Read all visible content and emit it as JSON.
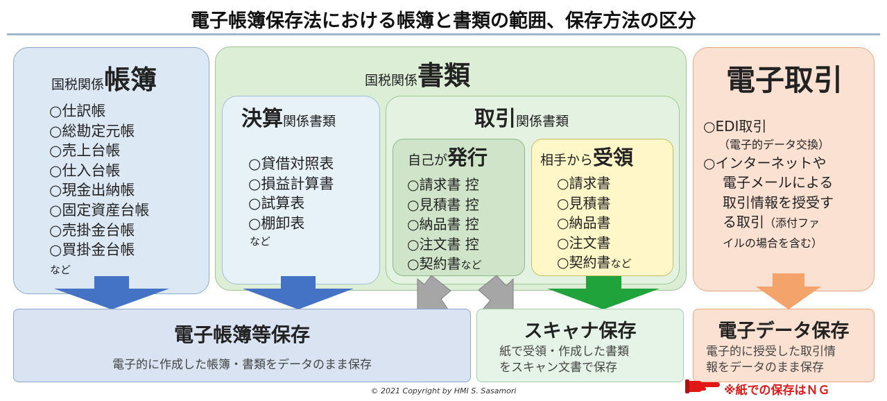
{
  "title": "電子帳簿保存法における帳簿と書類の範囲、保存方法の区分",
  "choubo": {
    "prefix": "国税関係",
    "heading": "帳簿",
    "items": [
      "○仕訳帳",
      "○総勘定元帳",
      "○売上台帳",
      "○仕入台帳",
      "○現金出納帳",
      "○固定資産台帳",
      "○売掛金台帳",
      "○買掛金台帳"
    ],
    "etc": "など"
  },
  "shorui": {
    "prefix": "国税関係",
    "heading": "書類",
    "kessan": {
      "heading": "決算",
      "suffix": "関係書類",
      "items": [
        "○貸借対照表",
        "○損益計算書",
        "○試算表",
        "○棚卸表"
      ],
      "etc": "など"
    },
    "torihiki": {
      "heading": "取引",
      "suffix": "関係書類",
      "hakko": {
        "prefix": "自己が",
        "heading": "発行",
        "items": [
          "○請求書 控",
          "○見積書 控",
          "○納品書 控",
          "○注文書 控",
          "○契約書"
        ],
        "etc": "など"
      },
      "juryo": {
        "prefix": "相手から",
        "heading": "受領",
        "items": [
          "○請求書",
          "○見積書",
          "○納品書",
          "○注文書",
          "○契約書"
        ],
        "etc": "など"
      }
    }
  },
  "denshi_torihiki": {
    "heading": "電子取引",
    "item1": "○EDI取引",
    "item1_note": "（電子的データ交換）",
    "item2_lines": [
      "○インターネットや",
      "電子メールによる",
      "取引情報を授受す",
      "る取引"
    ],
    "item2_note_inline": "（添付ファ",
    "item2_note_line": "イルの場合を含む）"
  },
  "outputs": {
    "choubo_hozon": {
      "title": "電子帳簿等保存",
      "desc": "電子的に作成した帳簿・書類をデータのまま保存"
    },
    "scanner_hozon": {
      "title": "スキャナ保存",
      "desc_lines": [
        "紙で受領・作成した書類",
        "をスキャン文書で保存"
      ]
    },
    "denshi_data_hozon": {
      "title": "電子データ保存",
      "desc_lines": [
        "電子的に授受した取引情",
        "報をデータのまま保存"
      ]
    }
  },
  "copyright": "© 2021 Copyright by  HMI  S.  Sasamori",
  "ng_note": "※紙での保存はＮＧ",
  "colors": {
    "arrow_blue": "#4472c4",
    "arrow_gray": "#a6a6a6",
    "arrow_green": "#1fa33a",
    "arrow_orange": "#f4a46a",
    "ng_red": "#e01818"
  }
}
